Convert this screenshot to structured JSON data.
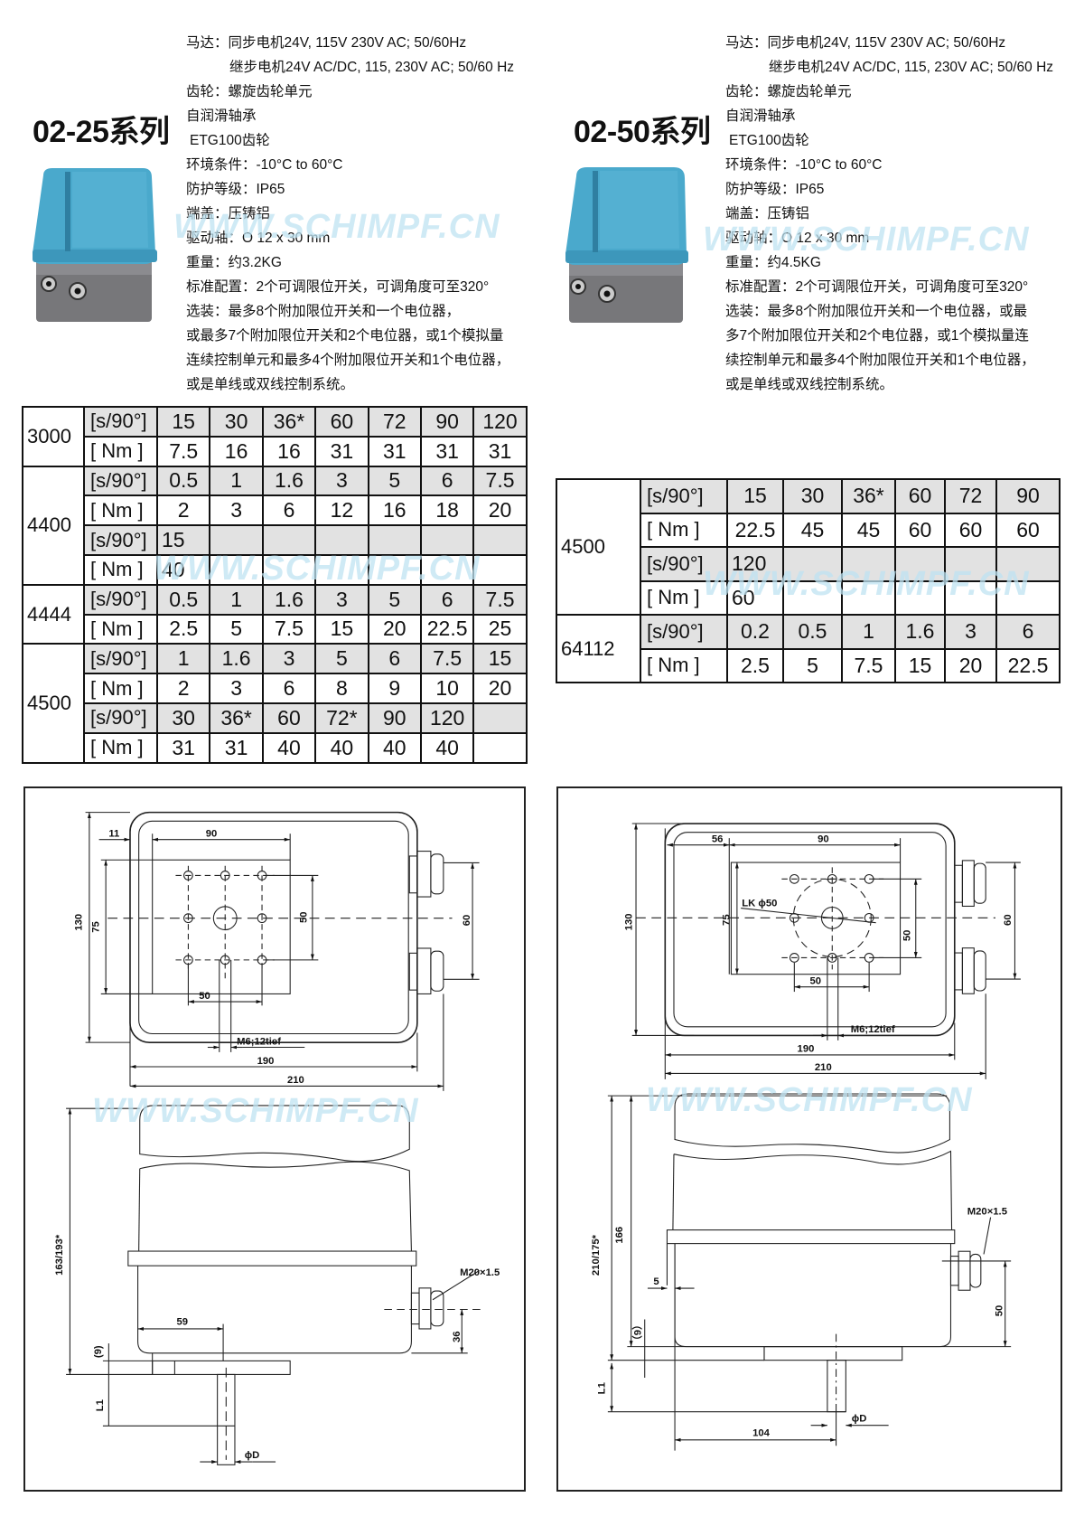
{
  "watermark": "WWW.SCHIMPF.CN",
  "left": {
    "title": "02-25系列",
    "specs": [
      "马达：同步电机24V, 115V 230V AC; 50/60Hz",
      "继步电机24V AC/DC, 115, 230V AC; 50/60 Hz",
      "齿轮：螺旋齿轮单元",
      "自润滑轴承",
      "ETG100齿轮",
      "环境条件：-10°C to 60°C",
      "防护等级：IP65",
      "端盖：压铸铝",
      "驱动轴：O 12 x 30 mm",
      "重量：约3.2KG",
      "标准配置：2个可调限位开关，可调角度可至320°",
      "选装：最多8个附加限位开关和一个电位器，",
      "或最多7个附加限位开关和2个电位器，或1个模拟量",
      "连续控制单元和最多4个附加限位开关和1个电位器，",
      "或是单线或双线控制系统。"
    ],
    "table": [
      {
        "model": "3000",
        "rows": [
          {
            "label": "[s/90°]",
            "values": [
              "15",
              "30",
              "36*",
              "60",
              "72",
              "90",
              "120"
            ]
          },
          {
            "label": "[ Nm ]",
            "values": [
              "7.5",
              "16",
              "16",
              "31",
              "31",
              "31",
              "31"
            ]
          }
        ]
      },
      {
        "model": "4400",
        "rows": [
          {
            "label": "[s/90°]",
            "values": [
              "0.5",
              "1",
              "1.6",
              "3",
              "5",
              "6",
              "7.5"
            ]
          },
          {
            "label": "[ Nm ]",
            "values": [
              "2",
              "3",
              "6",
              "12",
              "16",
              "18",
              "20"
            ]
          },
          {
            "label": "[s/90°]",
            "values": [
              "15",
              "",
              "",
              "",
              "",
              "",
              ""
            ]
          },
          {
            "label": "[ Nm ]",
            "values": [
              "40",
              "",
              "",
              "",
              "",
              "",
              ""
            ]
          }
        ]
      },
      {
        "model": "4444",
        "rows": [
          {
            "label": "[s/90°]",
            "values": [
              "0.5",
              "1",
              "1.6",
              "3",
              "5",
              "6",
              "7.5"
            ]
          },
          {
            "label": "[ Nm ]",
            "values": [
              "2.5",
              "5",
              "7.5",
              "15",
              "20",
              "22.5",
              "25"
            ]
          }
        ]
      },
      {
        "model": "4500",
        "rows": [
          {
            "label": "[s/90°]",
            "values": [
              "1",
              "1.6",
              "3",
              "5",
              "6",
              "7.5",
              "15"
            ]
          },
          {
            "label": "[ Nm ]",
            "values": [
              "2",
              "3",
              "6",
              "8",
              "9",
              "10",
              "20"
            ]
          },
          {
            "label": "[s/90°]",
            "values": [
              "30",
              "36*",
              "60",
              "72*",
              "90",
              "120",
              ""
            ]
          },
          {
            "label": "[ Nm ]",
            "values": [
              "31",
              "31",
              "40",
              "40",
              "40",
              "40",
              ""
            ]
          }
        ]
      }
    ],
    "drawing": {
      "d130": "130",
      "d75": "75",
      "d50v": "50",
      "d60": "60",
      "d11": "11",
      "d90": "90",
      "d50h": "50",
      "m6": "M6;12tief",
      "d190": "190",
      "d210": "210",
      "height": "163/193*",
      "d59": "59",
      "d9": "(9)",
      "l1": "L1",
      "d36": "36",
      "m20": "M20×1.5",
      "phid": "ϕD"
    }
  },
  "right": {
    "title": "02-50系列",
    "specs": [
      "马达：同步电机24V, 115V 230V AC; 50/60Hz",
      "继步电机24V AC/DC, 115, 230V AC; 50/60 Hz",
      "齿轮：螺旋齿轮单元",
      "自润滑轴承",
      "ETG100齿轮",
      "环境条件：-10°C to 60°C",
      "防护等级：IP65",
      "端盖：压铸铝",
      "驱动轴：O 12 x 30 mm",
      "重量：约4.5KG",
      "标准配置：2个可调限位开关，可调角度可至320°",
      "选装：最多8个附加限位开关和一个电位器，或最",
      "多7个附加限位开关和2个电位器，或1个模拟量连",
      "续控制单元和最多4个附加限位开关和1个电位器，",
      "或是单线或双线控制系统。"
    ],
    "table": [
      {
        "model": "4500",
        "rows": [
          {
            "label": "[s/90°]",
            "values": [
              "15",
              "30",
              "36*",
              "60",
              "72",
              "90"
            ]
          },
          {
            "label": "[ Nm ]",
            "values": [
              "22.5",
              "45",
              "45",
              "60",
              "60",
              "60"
            ]
          },
          {
            "label": "[s/90°]",
            "values": [
              "120",
              "",
              "",
              "",
              "",
              ""
            ]
          },
          {
            "label": "[ Nm ]",
            "values": [
              "60",
              "",
              "",
              "",
              "",
              ""
            ]
          }
        ]
      },
      {
        "model": "64112",
        "rows": [
          {
            "label": "[s/90°]",
            "values": [
              "0.2",
              "0.5",
              "1",
              "1.6",
              "3",
              "6"
            ]
          },
          {
            "label": "[ Nm ]",
            "values": [
              "2.5",
              "5",
              "7.5",
              "15",
              "20",
              "22.5"
            ]
          }
        ]
      }
    ],
    "drawing": {
      "d130": "130",
      "d75": "75",
      "d50v": "50",
      "d60": "60",
      "d56": "56",
      "d90": "90",
      "lk": "LK  ϕ50",
      "d50h": "50",
      "m6": "M6;12tief",
      "d190": "190",
      "d210": "210",
      "height": "210/175*",
      "d166": "166",
      "d5": "5",
      "d9": "（9）",
      "l1": "L1",
      "d50": "50",
      "m20": "M20×1.5",
      "phid": "ϕD",
      "d104": "104"
    }
  },
  "colors": {
    "product_blue": "#4aa9cc",
    "product_gray": "#7d7d80",
    "row_gray": "#e2e2e2",
    "watermark": "#bfe3f2"
  }
}
